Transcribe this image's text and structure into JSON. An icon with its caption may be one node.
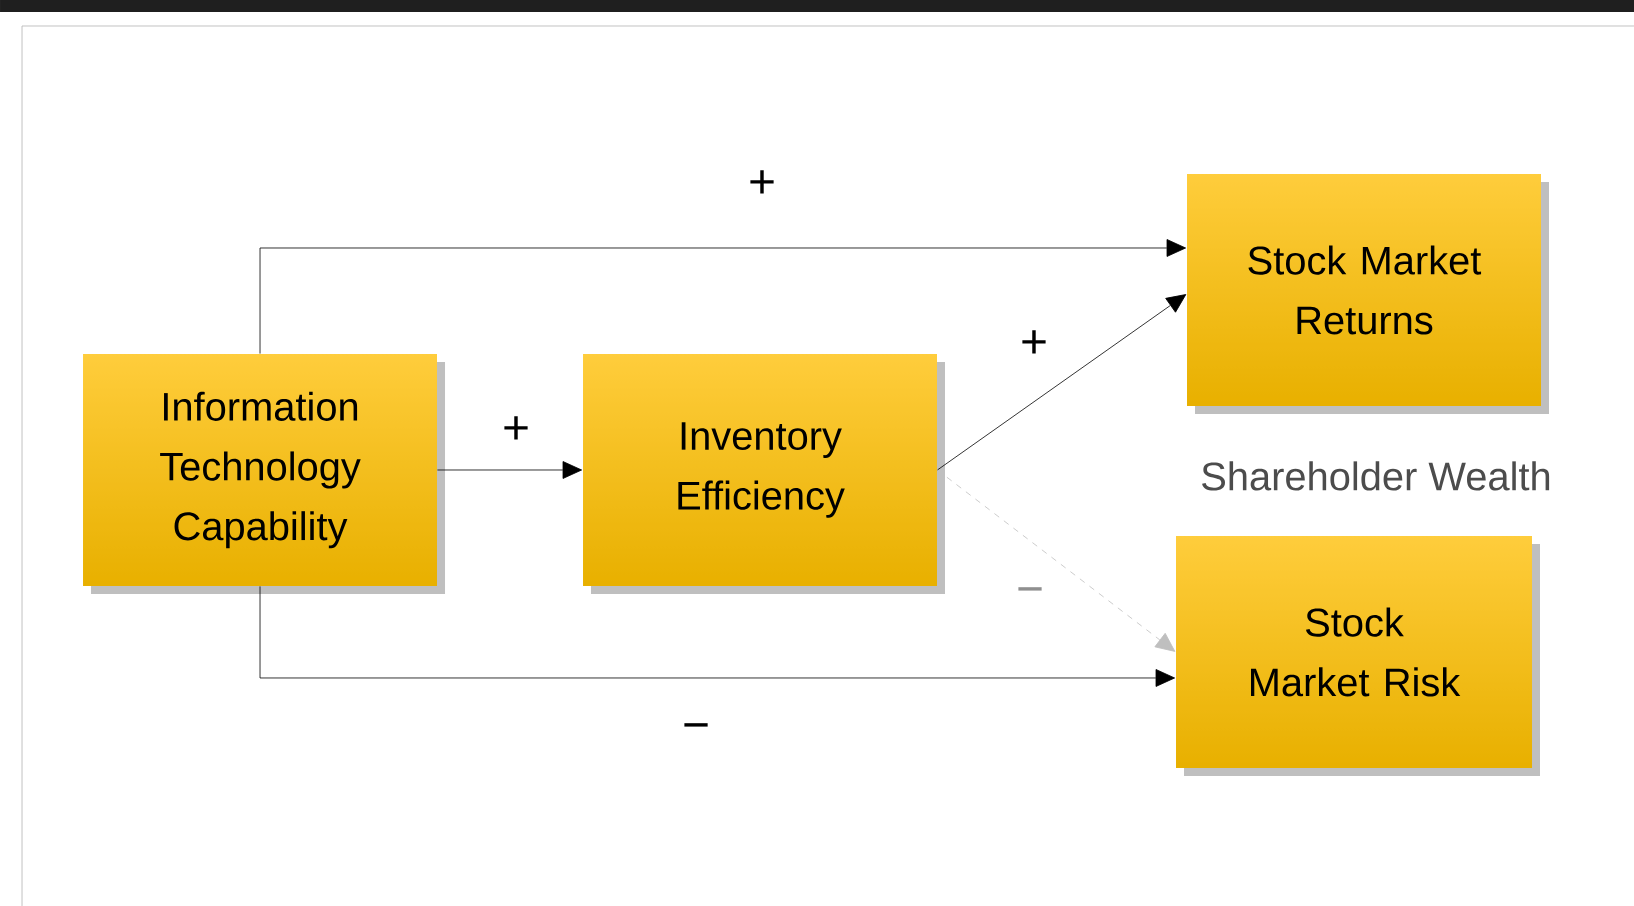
{
  "diagram": {
    "nodes": [
      {
        "text": [
          "Information Technology Capability"
        ]
      },
      {
        "text": [
          "Inventory Efficiency"
        ]
      },
      {
        "text": [
          "Stock Market Returns"
        ]
      },
      {
        "text": [
          "Stock Market Risk"
        ]
      }
    ],
    "edges": [
      {
        "from": 0,
        "to": 2,
        "arrow": "to",
        "label": "+"
      },
      {
        "from": 0,
        "to": 1,
        "arrow": "to",
        "label": "+"
      },
      {
        "from": 1,
        "to": 2,
        "arrow": "to",
        "label": "+"
      },
      {
        "from": 1,
        "to": 3,
        "arrow": "to",
        "label": "−",
        "style": "dashed",
        "color": "#bfbfbf"
      },
      {
        "from": 0,
        "to": 3,
        "arrow": "to",
        "label": "−"
      }
    ],
    "labels": [
      "Shareholder Wealth"
    ]
  }
}
